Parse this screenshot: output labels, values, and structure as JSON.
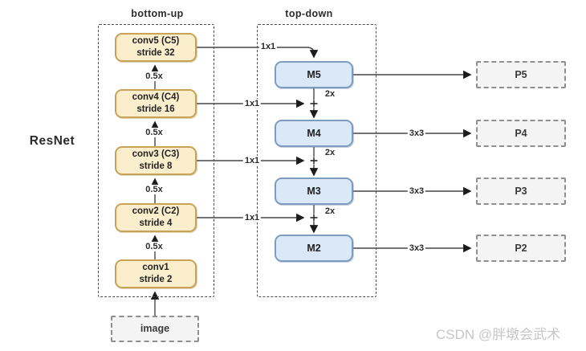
{
  "labels": {
    "resnet": "ResNet",
    "bottom_up_title": "bottom-up",
    "top_down_title": "top-down",
    "scale_down": "0.5x",
    "upsample": "2x",
    "lateral_conv": "1x1",
    "output_conv": "3x3",
    "image": "image",
    "watermark": "CSDN @胖墩会武术"
  },
  "bottom_up_blocks": [
    {
      "name": "conv5 (C5)",
      "stride": "stride 32"
    },
    {
      "name": "conv4 (C4)",
      "stride": "stride 16"
    },
    {
      "name": "conv3 (C3)",
      "stride": "stride 8"
    },
    {
      "name": "conv2 (C2)",
      "stride": "stride 4"
    },
    {
      "name": "conv1",
      "stride": "stride 2"
    }
  ],
  "top_down_blocks": [
    "M5",
    "M4",
    "M3",
    "M2"
  ],
  "output_blocks": [
    "P5",
    "P4",
    "P3",
    "P2"
  ],
  "colors": {
    "conv_fill": "#faeecd",
    "conv_border": "#c9a355",
    "merge_fill": "#dae8f7",
    "merge_border": "#7e9cc0",
    "output_fill": "#f4f4f4",
    "output_border": "#8f8f8f",
    "line": "#444444",
    "watermark_text": "#c6c6c6"
  }
}
